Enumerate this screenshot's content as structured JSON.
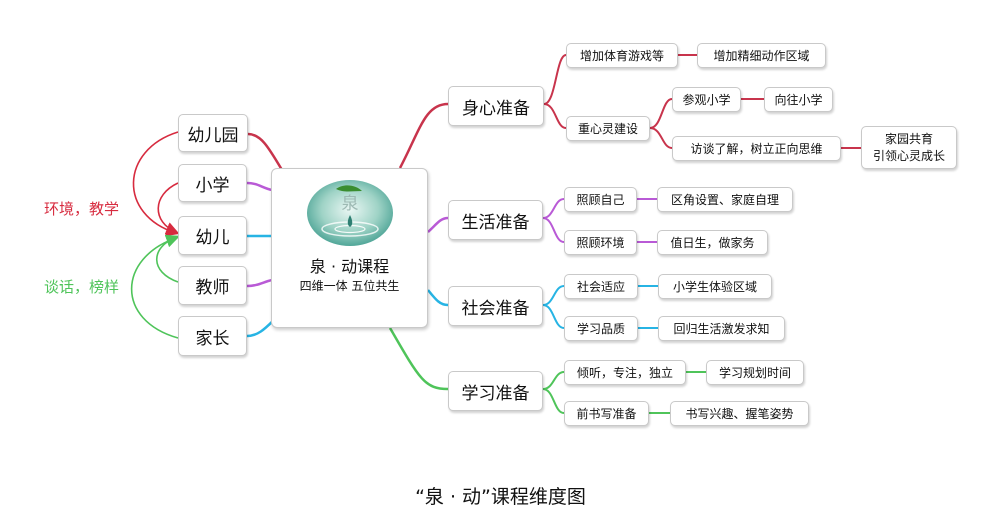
{
  "center": {
    "title": "泉 · 动课程",
    "subtitle": "四维一体  五位共生",
    "logo_text": "泉"
  },
  "left_nodes": [
    "幼儿园",
    "小学",
    "幼儿",
    "教师",
    "家长"
  ],
  "side_labels": {
    "red": "环境，教学",
    "green": "谈话，榜样"
  },
  "branches": [
    {
      "label": "身心准备",
      "children": [
        {
          "label": "增加体育游戏等",
          "leaf": "增加精细动作区域"
        },
        {
          "label": "重心灵建设",
          "sub": [
            {
              "label": "参观小学",
              "leaf": "向往小学"
            },
            {
              "label": "访谈了解，树立正向思维",
              "leaf_lines": [
                "家园共育",
                "引领心灵成长"
              ]
            }
          ]
        }
      ]
    },
    {
      "label": "生活准备",
      "children": [
        {
          "label": "照顾自己",
          "leaf": "区角设置、家庭自理"
        },
        {
          "label": "照顾环境",
          "leaf": "值日生，做家务"
        }
      ]
    },
    {
      "label": "社会准备",
      "children": [
        {
          "label": "社会适应",
          "leaf": "小学生体验区域"
        },
        {
          "label": "学习品质",
          "leaf": "回归生活激发求知"
        }
      ]
    },
    {
      "label": "学习准备",
      "children": [
        {
          "label": "倾听，专注，独立",
          "leaf": "学习规划时间"
        },
        {
          "label": "前书写准备",
          "leaf": "书写兴趣、握笔姿势"
        }
      ]
    }
  ],
  "colors": {
    "red": "#d72b3f",
    "purple": "#b95ad6",
    "blue": "#27b4e4",
    "green": "#4fc45a",
    "crimson": "#c8344c"
  },
  "caption": "“泉 · 动”课程维度图"
}
